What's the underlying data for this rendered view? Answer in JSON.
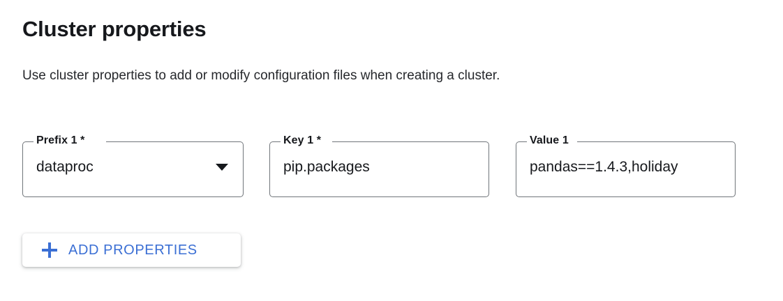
{
  "header": {
    "title": "Cluster properties",
    "subtitle": "Use cluster properties to add or modify configuration files when creating a cluster."
  },
  "property_rows": [
    {
      "prefix": {
        "label": "Prefix 1 *",
        "value": "dataproc",
        "control": "select",
        "icon": "chevron-down-icon",
        "required": true
      },
      "key": {
        "label": "Key 1 *",
        "value": "pip.packages",
        "control": "text",
        "required": true
      },
      "value": {
        "label": "Value 1",
        "value": "pandas==1.4.3,holiday",
        "control": "text",
        "required": false,
        "truncated": true
      }
    }
  ],
  "actions": {
    "add_properties": {
      "label": "ADD PROPERTIES",
      "icon": "plus-icon"
    }
  },
  "colors": {
    "accent_blue": "#3b6fd4",
    "field_border": "#70757a",
    "text_primary": "#16181c",
    "background": "#ffffff"
  }
}
